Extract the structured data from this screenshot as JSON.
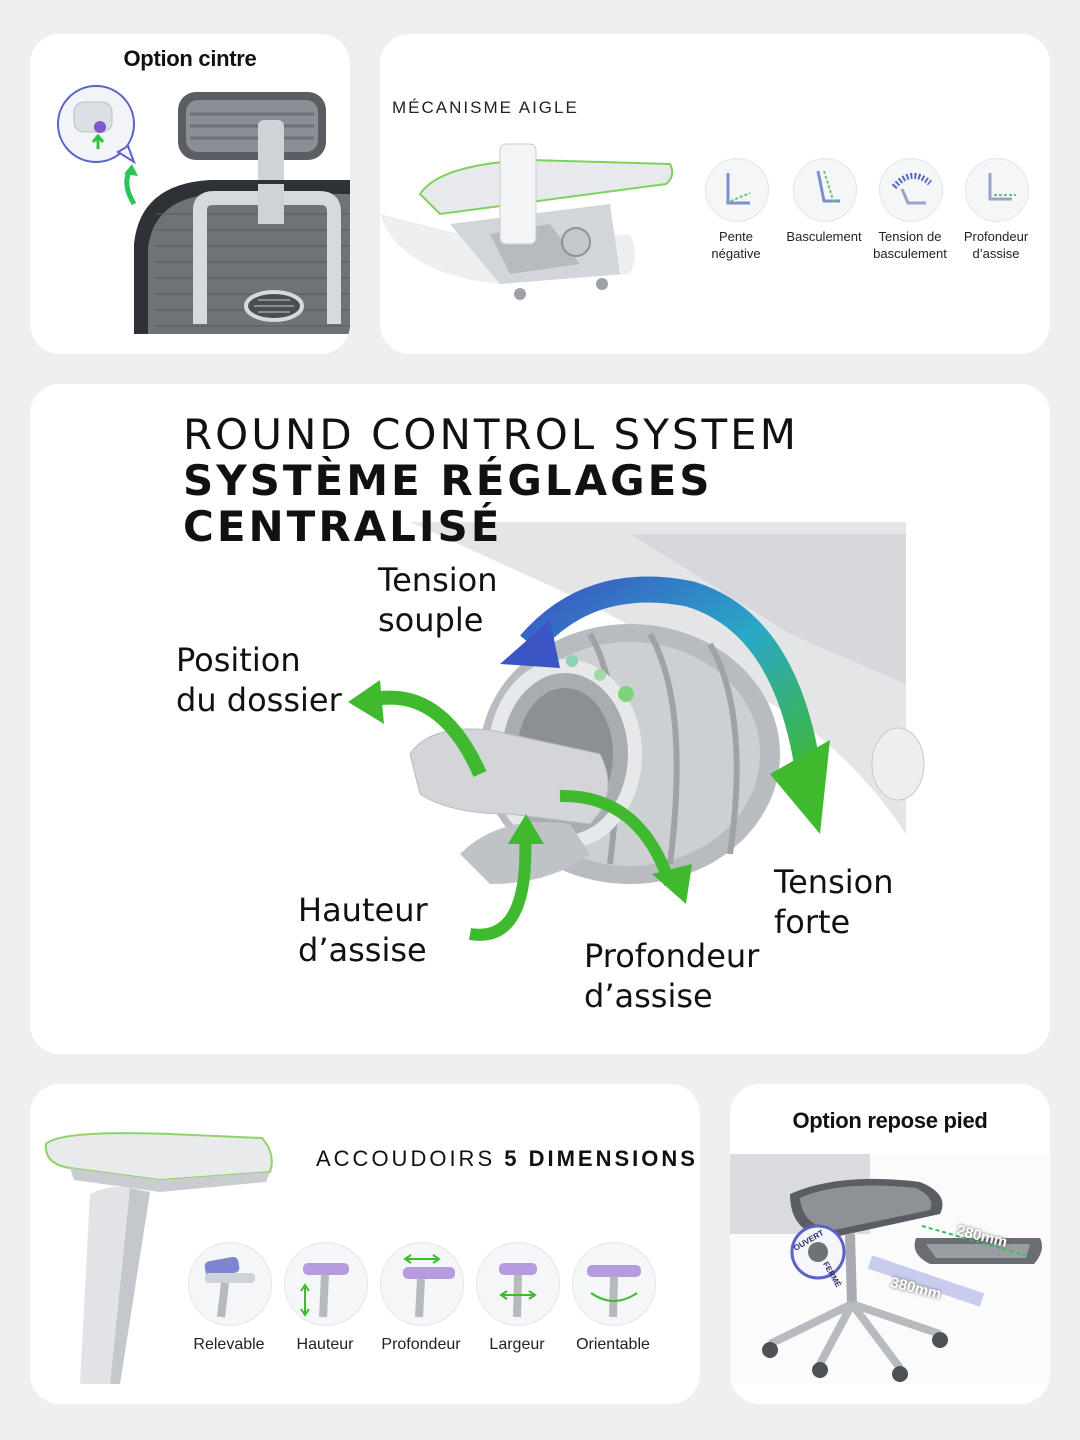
{
  "headrest": {
    "title": "Option cintre"
  },
  "mechanism": {
    "title": "MÉCANISME AIGLE",
    "items": [
      {
        "label_line1": "Pente",
        "label_line2": "négative",
        "icon": "negative-tilt-icon"
      },
      {
        "label_line1": "Basculement",
        "label_line2": "",
        "icon": "tilt-icon"
      },
      {
        "label_line1": "Tension de",
        "label_line2": "basculement",
        "icon": "tilt-tension-icon"
      },
      {
        "label_line1": "Profondeur",
        "label_line2": "d’assise",
        "icon": "seat-depth-icon"
      }
    ]
  },
  "control": {
    "title_line1": "ROUND CONTROL SYSTEM",
    "title_line2": "SYSTÈME RÉGLAGES",
    "title_line3": "CENTRALISÉ",
    "labels": {
      "soft_1": "Tension",
      "soft_2": "souple",
      "back_1": "Position",
      "back_2": "du dossier",
      "height_1": "Hauteur",
      "height_2": "d’assise",
      "depth_1": "Profondeur",
      "depth_2": "d’assise",
      "strong_1": "Tension",
      "strong_2": "forte"
    },
    "colors": {
      "blue": "#3b55c4",
      "green": "#3fba2e"
    }
  },
  "armrests": {
    "title_light": "ACCOUDOIRS",
    "title_bold": "5 DIMENSIONS",
    "items": [
      {
        "label": "Relevable",
        "icon": "armrest-flip-icon"
      },
      {
        "label": "Hauteur",
        "icon": "armrest-height-icon"
      },
      {
        "label": "Profondeur",
        "icon": "armrest-depth-icon"
      },
      {
        "label": "Largeur",
        "icon": "armrest-width-icon"
      },
      {
        "label": "Orientable",
        "icon": "armrest-rotate-icon"
      }
    ]
  },
  "footrest": {
    "title": "Option repose pied",
    "badge_open": "OUVERT",
    "badge_closed": "FERMÉ",
    "dim_280": "280mm",
    "dim_380": "380mm"
  }
}
